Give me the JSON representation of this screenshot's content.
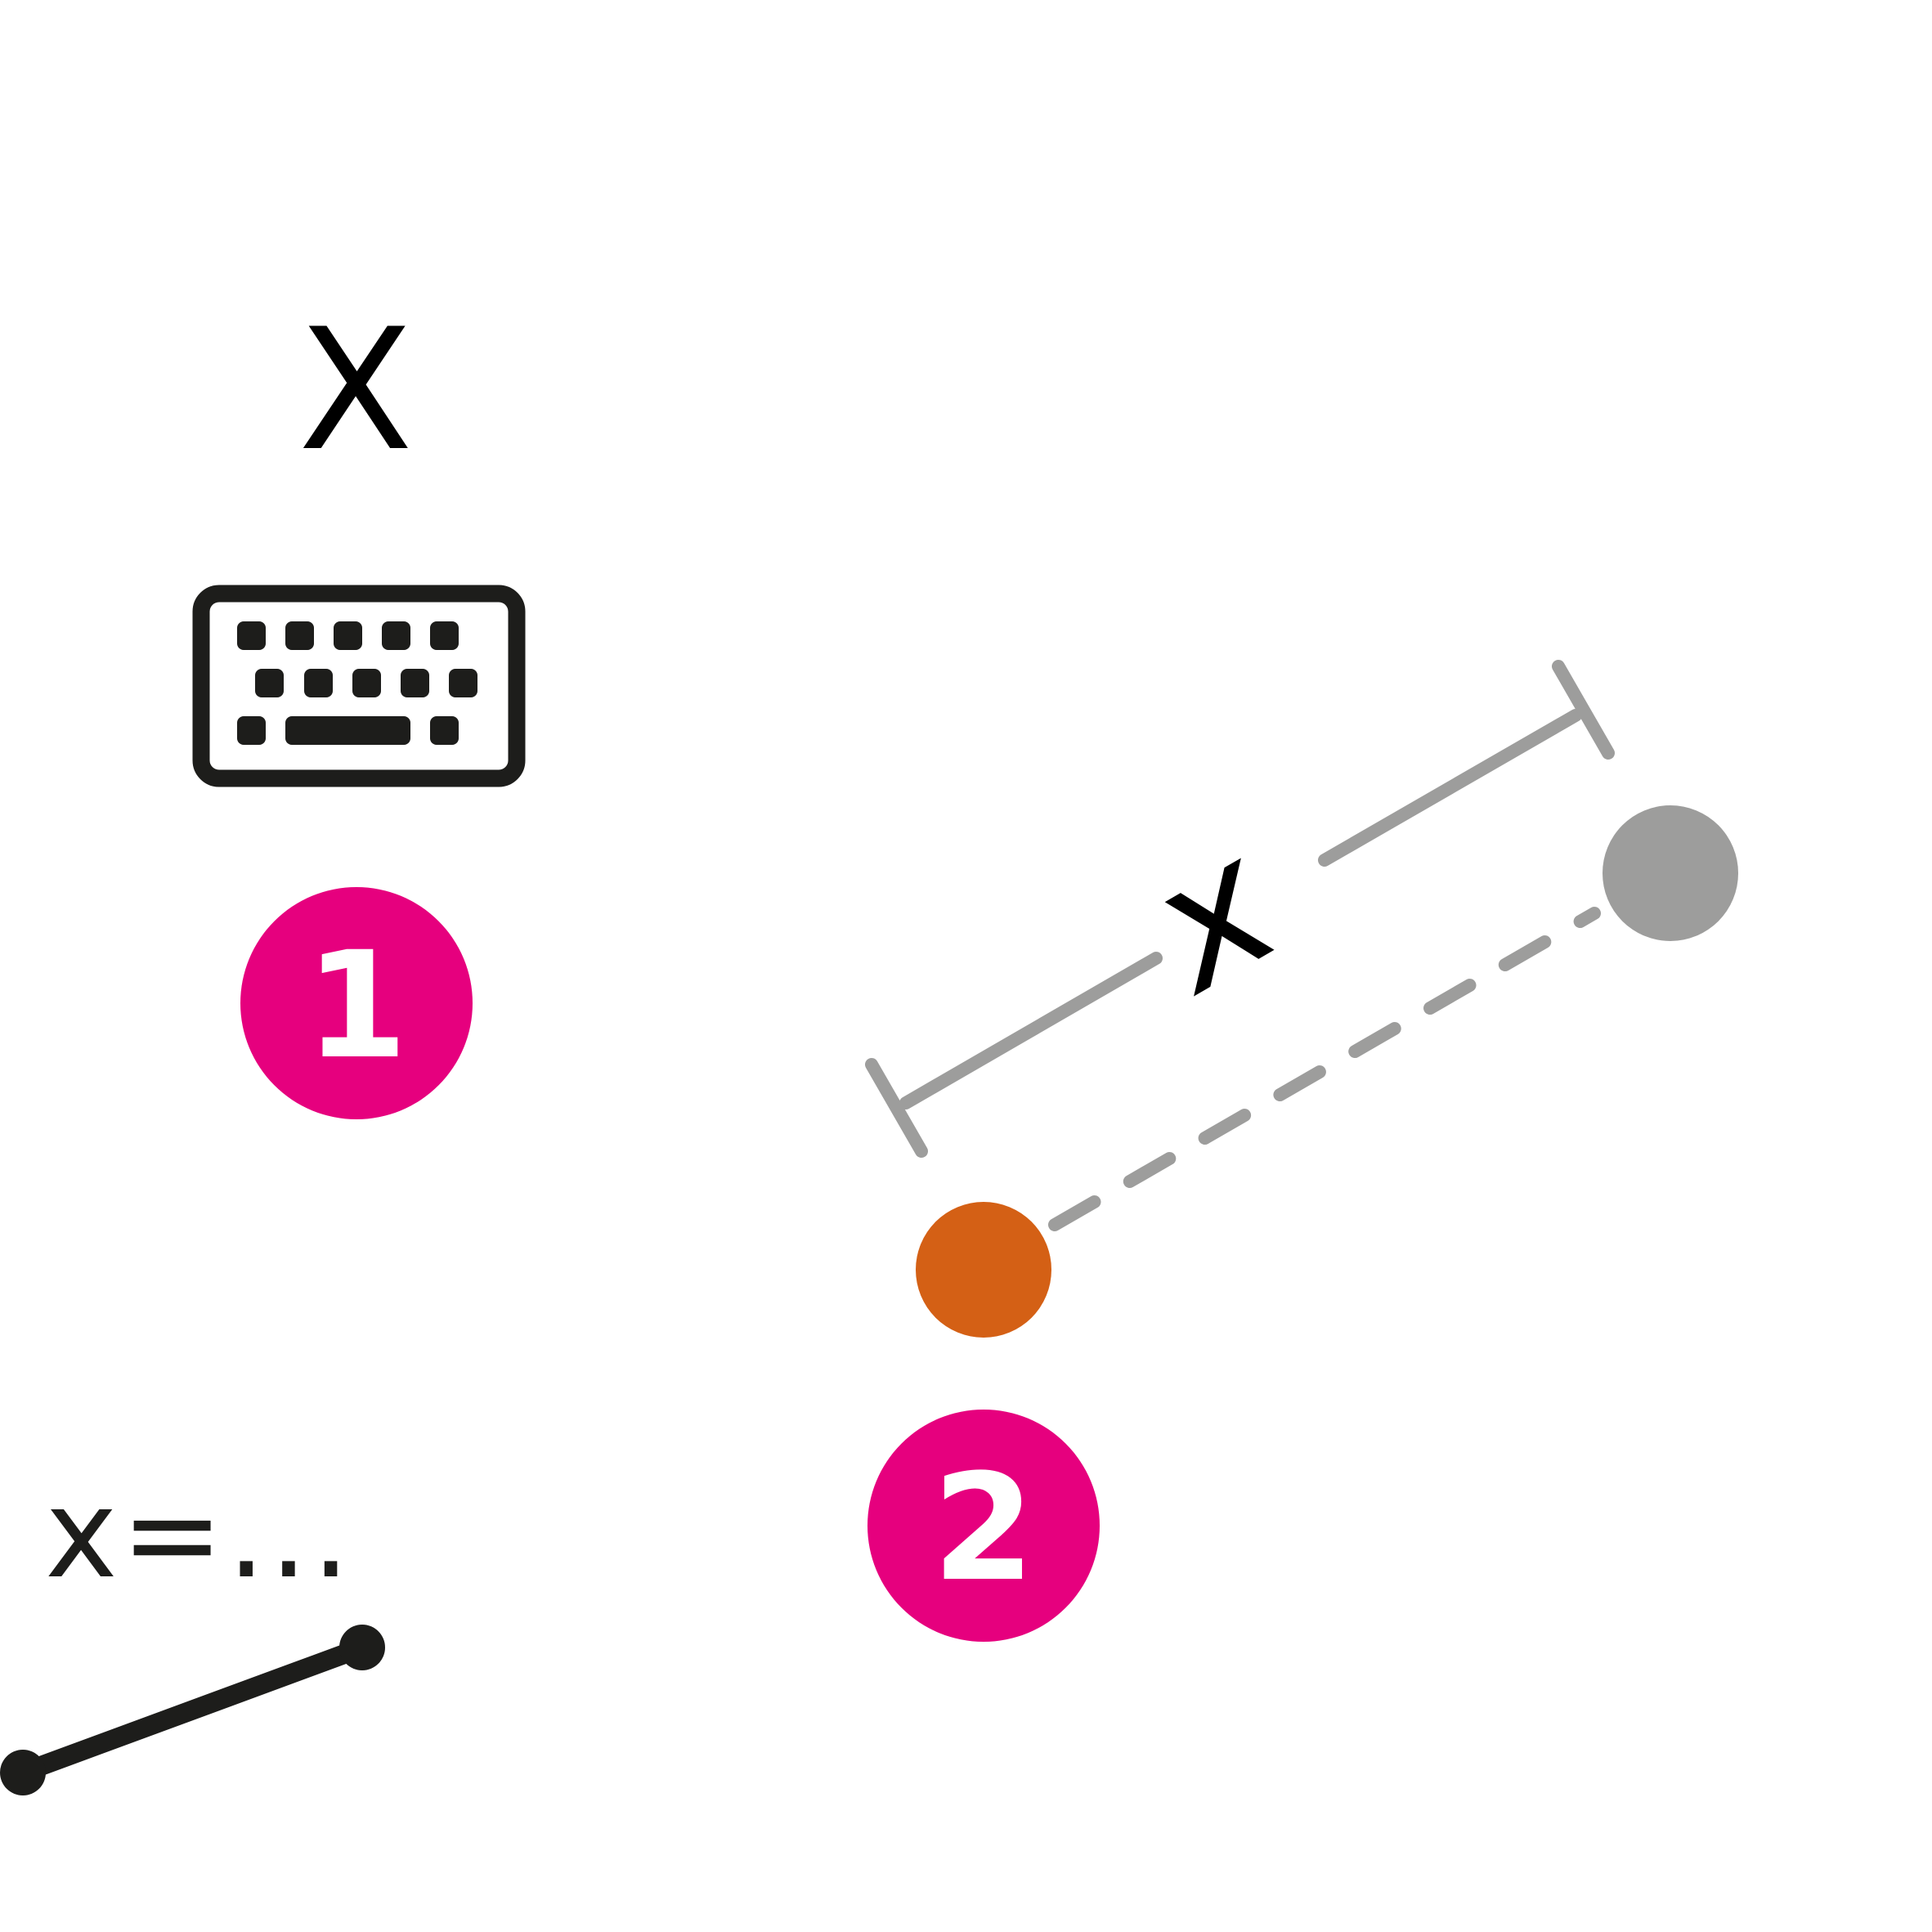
{
  "key_label": "X",
  "step_badges": [
    {
      "number": "1"
    },
    {
      "number": "2"
    }
  ],
  "distance_label": "x",
  "value_entry_label": "x=...",
  "icons": {
    "keyboard": "keyboard-icon",
    "line_segment": "line-segment-icon"
  },
  "colors": {
    "badge": "#e6007e",
    "dark": "#1d1d1b",
    "grey": "#9d9d9c",
    "start_point": "#d46015",
    "text_white": "#ffffff",
    "text_black": "#000000"
  }
}
